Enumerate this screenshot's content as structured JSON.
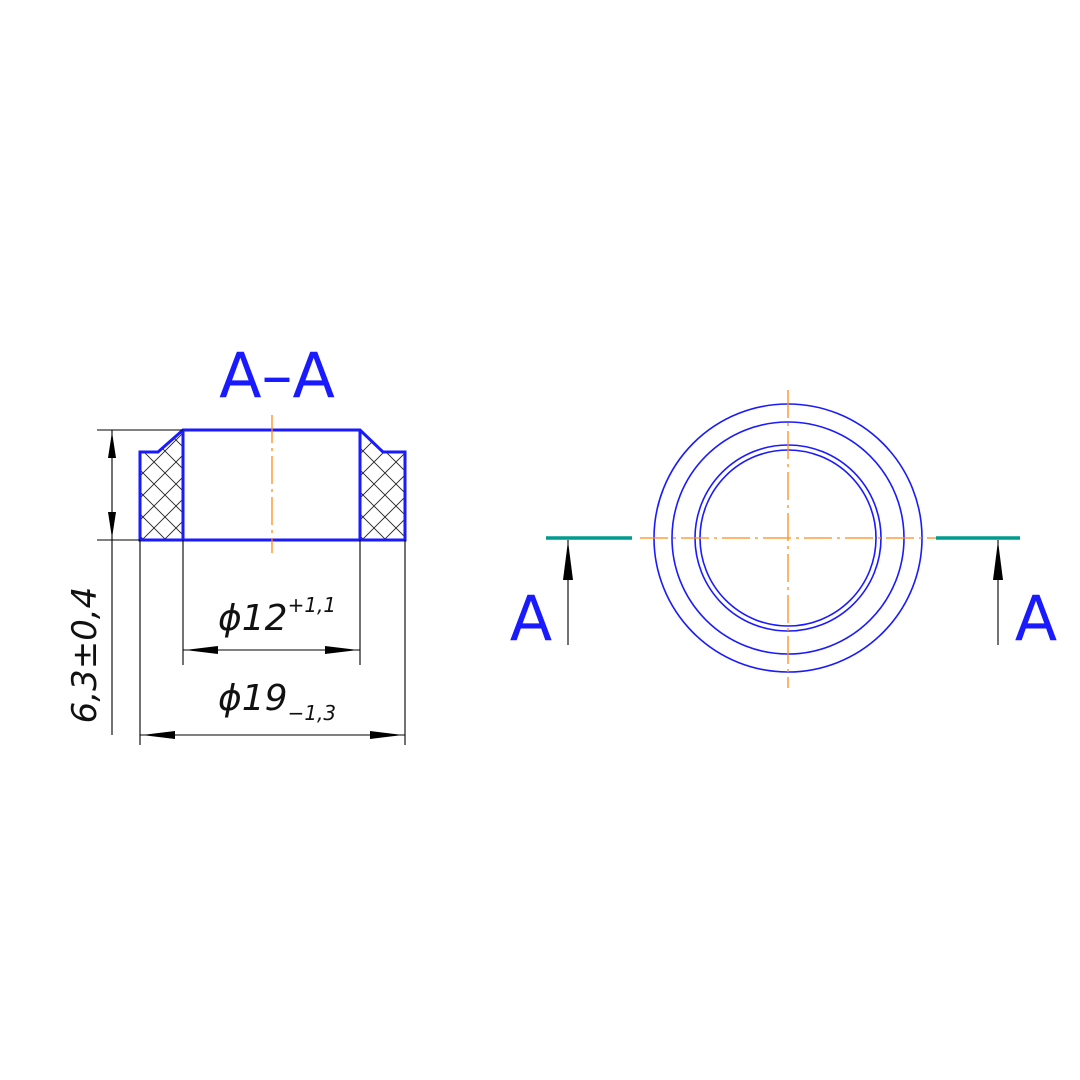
{
  "section_title": "A–A",
  "section_mark_left": "A",
  "section_mark_right": "A",
  "dimensions": {
    "height": "6,3±0,4",
    "inner_diameter": {
      "symbol": "ϕ",
      "value": "12",
      "tolerance": "+1,1"
    },
    "outer_diameter": {
      "symbol": "ϕ",
      "value": "19",
      "tolerance": "−1,3"
    }
  },
  "colors": {
    "outline": "#1a1aff",
    "axis": "#ff8c1a",
    "section_line": "#009a8e",
    "dimension": "#000000"
  }
}
